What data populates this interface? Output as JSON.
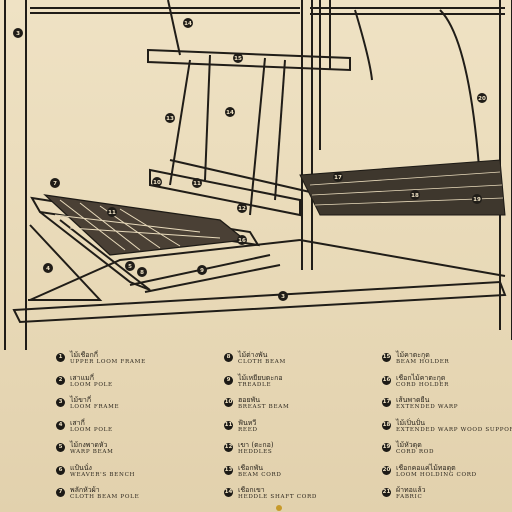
{
  "callouts": [
    {
      "n": "1",
      "thai": "ไม้เชือกกี่",
      "english": "UPPER LOOM FRAME"
    },
    {
      "n": "2",
      "thai": "เสาแมกี่",
      "english": "LOOM POLE"
    },
    {
      "n": "3",
      "thai": "ไม้ขากี่",
      "english": "LOOM FRAME"
    },
    {
      "n": "4",
      "thai": "เสากี่",
      "english": "LOOM POLE"
    },
    {
      "n": "5",
      "thai": "ไม้กงพาดหัว",
      "english": "WARP BEAM"
    },
    {
      "n": "6",
      "thai": "แป้นนั่ง",
      "english": "WEAVER'S BENCH"
    },
    {
      "n": "7",
      "thai": "พลักหัวผ้า",
      "english": "CLOTH BEAM POLE"
    },
    {
      "n": "8",
      "thai": "ไม้ต่างพัน",
      "english": "CLOTH BEAM"
    },
    {
      "n": "9",
      "thai": "ไม้เหยียบตะกอ",
      "english": "TREADLE"
    },
    {
      "n": "10",
      "thai": "ฮอยพัน",
      "english": "BREAST BEAM"
    },
    {
      "n": "11",
      "thai": "ฟันหวี",
      "english": "REED"
    },
    {
      "n": "12",
      "thai": "เขา (ตะกอ)",
      "english": "HEDDLES"
    },
    {
      "n": "13",
      "thai": "เชือกพัน",
      "english": "BEAM CORD"
    },
    {
      "n": "14",
      "thai": "เชือกเขา",
      "english": "HEDDLE SHAFT CORD"
    },
    {
      "n": "15",
      "thai": "ไม้คาตะกุด",
      "english": "BEAM HOLDER"
    },
    {
      "n": "16",
      "thai": "เชือกไม้คาตะกุด",
      "english": "CORD HOLDER"
    },
    {
      "n": "17",
      "thai": "เส้นพาดยืน",
      "english": "EXTENDED WARP"
    },
    {
      "n": "18",
      "thai": "ไม้เปิ่นปั่น",
      "english": "EXTENDED WARP WOOD SUPPORT"
    },
    {
      "n": "19",
      "thai": "ไม้หัวตุด",
      "english": "CORD ROD"
    },
    {
      "n": "20",
      "thai": "เชือกคอแค่ไม้ทอดุต",
      "english": "LOOM HOLDING CORD"
    },
    {
      "n": "21",
      "thai": "ผ้าทอแล้ว",
      "english": "FABRIC"
    }
  ],
  "diagram_labels": [
    "3",
    "14",
    "15",
    "13",
    "14",
    "20",
    "12",
    "17",
    "7",
    "10",
    "11",
    "18",
    "11",
    "16",
    "8",
    "9",
    "4",
    "3",
    "5",
    "19"
  ],
  "colors": {
    "paper": "#e8d9b7",
    "ink": "#1c1a16"
  }
}
